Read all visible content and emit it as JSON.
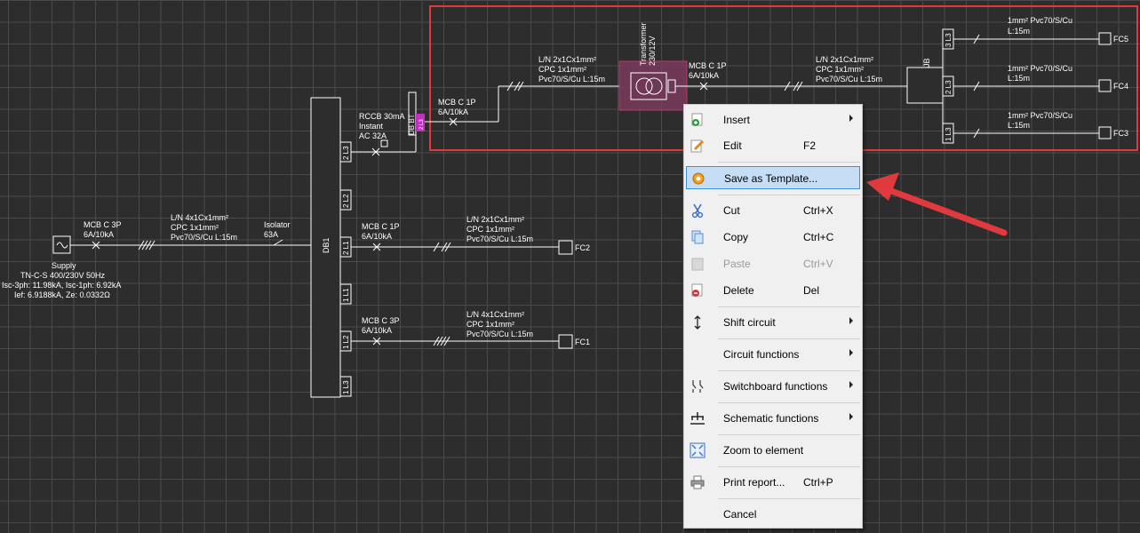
{
  "schematic": {
    "supply": {
      "label": "Supply",
      "line1": "TN-C-S 400/230V 50Hz",
      "line2": "Isc-3ph: 11.98kA, Isc-1ph: 6.92kA",
      "line3": "Ief: 6.9188kA, Ze: 0.0332Ω"
    },
    "main_mcb": {
      "l1": "MCB C 3P",
      "l2": "6A/10kA"
    },
    "main_cable": {
      "l1": "L/N 4x1Cx1mm²",
      "l2": "CPC  1x1mm²",
      "l3": "Pvc70/S/Cu L:15m"
    },
    "isolator": {
      "l1": "Isolator",
      "l2": "63A"
    },
    "board": {
      "name": "DB1"
    },
    "ways": [
      "1 L3",
      "1 L2",
      "1 L1",
      "2 L1",
      "2 L2",
      "2 L3"
    ],
    "rccb": {
      "l1": "RCCB 30mA",
      "l2": "Instant",
      "l3": "AC 32A"
    },
    "sub_board": {
      "name": "DB BT",
      "tag": "2 L3"
    },
    "mcb_sub": {
      "l1": "MCB C 1P",
      "l2": "6A/10kA"
    },
    "cable_to_tx": {
      "l1": "L/N 2x1Cx1mm²",
      "l2": "CPC  1x1mm²",
      "l3": "Pvc70/S/Cu L:15m"
    },
    "transformer": {
      "l1": "Transformer",
      "l2": "230/12V"
    },
    "mcb_tx": {
      "l1": "MCB C 1P",
      "l2": "6A/10kA"
    },
    "cable_to_jb": {
      "l1": "L/N 2x1Cx1mm²",
      "l2": "CPC  1x1mm²",
      "l3": "Pvc70/S/Cu L:15m"
    },
    "jb": {
      "name": "JB"
    },
    "jb_ways": [
      "3 L3",
      "2 L3",
      "1 L3"
    ],
    "fc_cable": {
      "l1": "1mm² Pvc70/S/Cu",
      "l2": "L:15m"
    },
    "fc5": "FC5",
    "fc4": "FC4",
    "fc3": "FC3",
    "fc2_mcb": {
      "l1": "MCB C 1P",
      "l2": "6A/10kA"
    },
    "fc2_cable": {
      "l1": "L/N 2x1Cx1mm²",
      "l2": "CPC  1x1mm²",
      "l3": "Pvc70/S/Cu L:15m"
    },
    "fc2": "FC2",
    "fc1_mcb": {
      "l1": "MCB C 3P",
      "l2": "6A/10kA"
    },
    "fc1_cable": {
      "l1": "L/N 4x1Cx1mm²",
      "l2": "CPC  1x1mm²",
      "l3": "Pvc70/S/Cu L:15m"
    },
    "fc1": "FC1"
  },
  "colors": {
    "canvas_bg": "#2d2d2d",
    "grid": "#4a4a4a",
    "wire": "#ffffff",
    "highlight_rect": "#e0393e",
    "selection_fill": "#7a3a5a",
    "tag_magenta": "#c030c0",
    "arrow": "#e0393e",
    "menu_highlight": "#c5ddf5"
  },
  "context_menu": {
    "items": [
      {
        "label": "Insert",
        "shortcut": "",
        "icon": "insert-icon",
        "submenu": true,
        "disabled": false
      },
      {
        "label": "Edit",
        "shortcut": "F2",
        "icon": "edit-icon",
        "submenu": false,
        "disabled": false
      },
      {
        "label": "Save as Template...",
        "shortcut": "",
        "icon": "save-template-icon",
        "submenu": false,
        "disabled": false,
        "highlighted": true
      },
      {
        "label": "Cut",
        "shortcut": "Ctrl+X",
        "icon": "scissors-icon",
        "submenu": false,
        "disabled": false
      },
      {
        "label": "Copy",
        "shortcut": "Ctrl+C",
        "icon": "copy-icon",
        "submenu": false,
        "disabled": false
      },
      {
        "label": "Paste",
        "shortcut": "Ctrl+V",
        "icon": "paste-icon",
        "submenu": false,
        "disabled": true
      },
      {
        "label": "Delete",
        "shortcut": "Del",
        "icon": "delete-icon",
        "submenu": false,
        "disabled": false
      },
      {
        "label": "Shift circuit",
        "shortcut": "",
        "icon": "shift-arrows-icon",
        "submenu": true,
        "disabled": false
      },
      {
        "label": "Circuit functions",
        "shortcut": "",
        "icon": "",
        "submenu": true,
        "disabled": false
      },
      {
        "label": "Switchboard functions",
        "shortcut": "",
        "icon": "switchboard-icon",
        "submenu": true,
        "disabled": false
      },
      {
        "label": "Schematic functions",
        "shortcut": "",
        "icon": "schematic-tree-icon",
        "submenu": true,
        "disabled": false
      },
      {
        "label": "Zoom to element",
        "shortcut": "",
        "icon": "zoom-extents-icon",
        "submenu": false,
        "disabled": false
      },
      {
        "label": "Print report...",
        "shortcut": "Ctrl+P",
        "icon": "printer-icon",
        "submenu": false,
        "disabled": false
      },
      {
        "label": "Cancel",
        "shortcut": "",
        "icon": "",
        "submenu": false,
        "disabled": false
      }
    ]
  }
}
